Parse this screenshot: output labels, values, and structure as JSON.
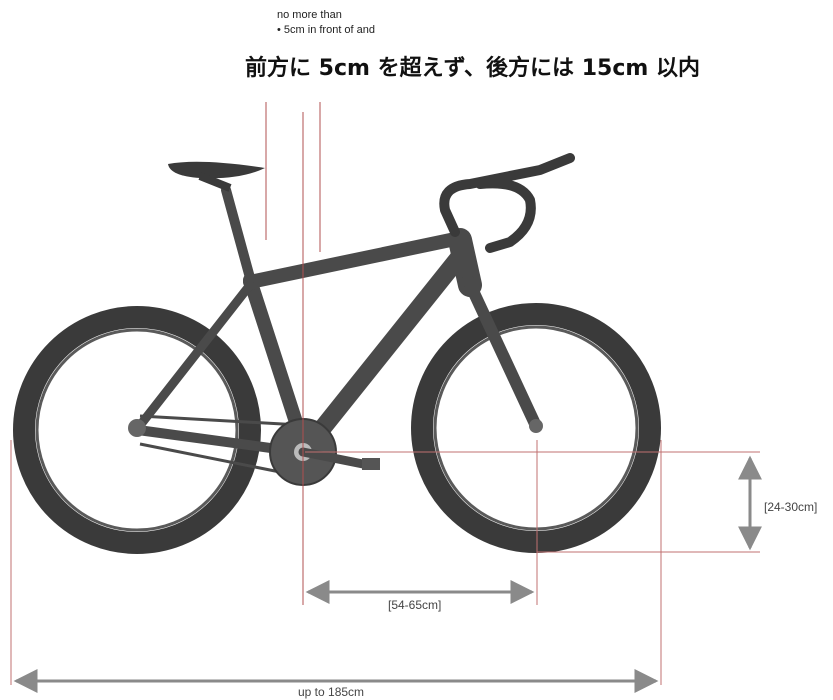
{
  "note": {
    "line1": "no more than",
    "line2": "• 5cm in front of and"
  },
  "japanese_caption": "前方に 5cm を超えず、後方には 15cm 以内",
  "dimensions": {
    "height_label": "[24-30cm]",
    "reach_label": "[54-65cm]",
    "length_label": "up to 185cm"
  },
  "colors": {
    "bike": "#4a4a4a",
    "tire": "#3a3a3a",
    "guide_line": "#b05050",
    "arrow": "#8a8a8a"
  }
}
